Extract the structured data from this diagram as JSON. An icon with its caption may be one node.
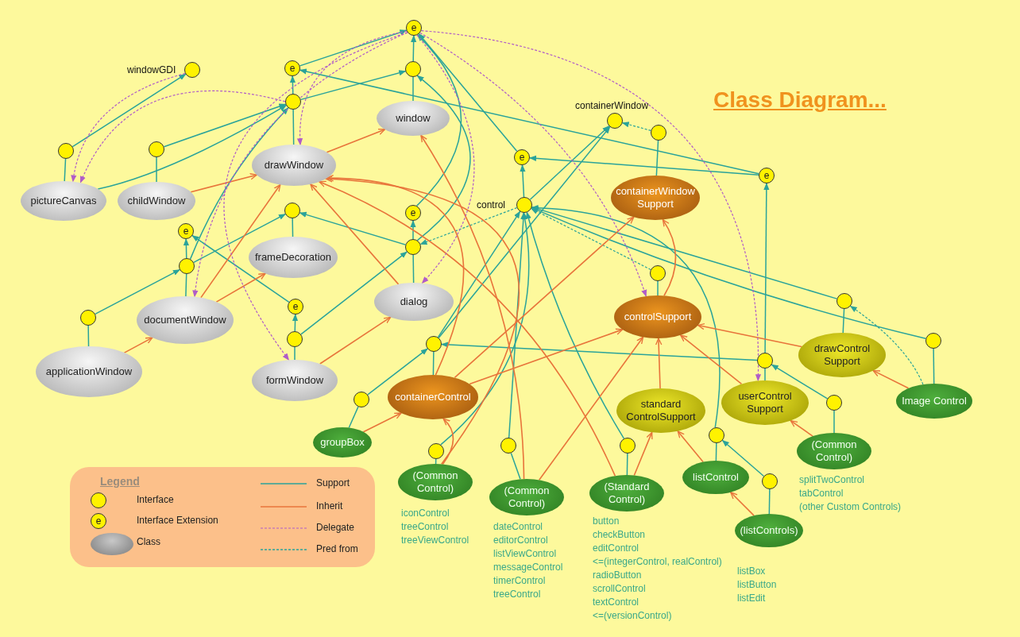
{
  "diagram": {
    "title": "Class Diagram...",
    "nodes": [
      {
        "text": [
          "e"
        ]
      },
      {
        "text": [
          "e"
        ]
      },
      {
        "text": [
          "windowGDI"
        ]
      },
      {
        "text": [],
        "shape": "circle"
      },
      {
        "text": [],
        "shape": "circle"
      },
      {
        "text": [
          "window"
        ]
      },
      {
        "text": [
          "containerWindow"
        ]
      },
      {
        "text": [],
        "shape": "circle"
      },
      {
        "text": [],
        "shape": "circle"
      },
      {
        "text": [],
        "shape": "circle"
      },
      {
        "text": [
          "e"
        ]
      },
      {
        "text": [
          "drawWindow"
        ]
      },
      {
        "text": [
          "e"
        ]
      },
      {
        "text": [
          "pictureCanvas"
        ]
      },
      {
        "text": [
          "childWindow"
        ]
      },
      {
        "text": [
          "containerWindow Support"
        ]
      },
      {
        "text": [
          "control"
        ]
      },
      {
        "text": [
          "e"
        ]
      },
      {
        "text": [],
        "shape": "circle"
      },
      {
        "text": [
          "e"
        ]
      },
      {
        "text": [
          "frameDecoration"
        ]
      },
      {
        "text": [],
        "shape": "circle"
      },
      {
        "text": [],
        "shape": "circle"
      },
      {
        "text": [],
        "shape": "circle"
      },
      {
        "text": [
          "dialog"
        ]
      },
      {
        "text": [
          "e"
        ]
      },
      {
        "text": [],
        "shape": "circle"
      },
      {
        "text": [],
        "shape": "circle"
      },
      {
        "text": [
          "documentWindow"
        ]
      },
      {
        "text": [
          "controlSupport"
        ]
      },
      {
        "text": [],
        "shape": "circle"
      },
      {
        "text": [],
        "shape": "circle"
      },
      {
        "text": [],
        "shape": "circle"
      },
      {
        "text": [
          "drawControl Support"
        ]
      },
      {
        "text": [],
        "shape": "circle"
      },
      {
        "text": [
          "applicationWindow"
        ]
      },
      {
        "text": [
          "formWindow"
        ]
      },
      {
        "text": [
          "containerControl"
        ]
      },
      {
        "text": [
          "standard ControlSupport"
        ]
      },
      {
        "text": [
          "userControl Support"
        ]
      },
      {
        "text": [
          "Image Control"
        ]
      },
      {
        "text": [],
        "shape": "circle"
      },
      {
        "text": [],
        "shape": "circle"
      },
      {
        "text": [
          "groupBox"
        ]
      },
      {
        "text": [],
        "shape": "circle"
      },
      {
        "text": [],
        "shape": "circle"
      },
      {
        "text": [],
        "shape": "circle"
      },
      {
        "text": [],
        "shape": "circle"
      },
      {
        "text": [
          "(Common Control)"
        ],
        "beside": [
          "iconControl",
          "treeControl",
          "treeViewControl"
        ]
      },
      {
        "text": [
          "listControl"
        ]
      },
      {
        "text": [],
        "shape": "circle"
      },
      {
        "text": [
          "(Common Control)"
        ],
        "beside": [
          "splitTwoControl",
          "tabControl",
          "(other Custom Controls)"
        ]
      },
      {
        "text": [
          "(Common Control)"
        ],
        "beside": [
          "dateControl",
          "editorControl",
          "listViewControl",
          "messageControl",
          "timerControl",
          "treeControl"
        ]
      },
      {
        "text": [
          "(Standard Control)"
        ],
        "beside": [
          "button",
          "checkButton",
          "editControl",
          "<=(integerControl, realControl)",
          "radioButton",
          "scrollControl",
          "textControl",
          "<=(versionControl)"
        ]
      },
      {
        "text": [
          "(listControls)"
        ],
        "beside": [
          "listBox",
          "listButton",
          "listEdit"
        ]
      }
    ],
    "edges": [
      {
        "from": 13,
        "to": 8,
        "arrow": "none"
      },
      {
        "from": 14,
        "to": 9,
        "arrow": "none"
      },
      {
        "from": 5,
        "to": 3,
        "arrow": "none"
      },
      {
        "from": 11,
        "to": 4,
        "arrow": "none"
      },
      {
        "from": 20,
        "to": 18,
        "arrow": "none"
      },
      {
        "from": 24,
        "to": 21,
        "arrow": "none"
      },
      {
        "from": 28,
        "to": 22,
        "arrow": "none"
      },
      {
        "from": 35,
        "to": 27,
        "arrow": "none"
      },
      {
        "from": 36,
        "to": 30,
        "arrow": "none"
      },
      {
        "from": 15,
        "to": 7,
        "arrow": "none"
      },
      {
        "from": 29,
        "to": 23,
        "arrow": "none"
      },
      {
        "from": 33,
        "to": 26,
        "arrow": "none"
      },
      {
        "from": 40,
        "to": 32,
        "arrow": "none"
      },
      {
        "from": 39,
        "to": 34,
        "arrow": "none"
      },
      {
        "from": 51,
        "to": 42,
        "arrow": "none"
      },
      {
        "from": 37,
        "to": 31,
        "arrow": "none"
      },
      {
        "from": 43,
        "to": 41,
        "arrow": "none"
      },
      {
        "from": 48,
        "to": 44,
        "arrow": "none"
      },
      {
        "from": 52,
        "to": 45,
        "arrow": "none"
      },
      {
        "from": 53,
        "to": 46,
        "arrow": "none"
      },
      {
        "from": 49,
        "to": 47,
        "arrow": "none"
      },
      {
        "from": 54,
        "to": 50,
        "arrow": "none"
      },
      {
        "from": 8,
        "to": 2,
        "arrow": "to"
      },
      {
        "from": 9,
        "to": 4,
        "arrow": "to"
      },
      {
        "from": 13,
        "to": 4,
        "arrow": "to"
      },
      {
        "from": 3,
        "to": 0,
        "arrow": "to"
      },
      {
        "from": 4,
        "to": 1,
        "arrow": "to"
      },
      {
        "from": 4,
        "to": 3,
        "arrow": "to"
      },
      {
        "from": 1,
        "to": 0,
        "arrow": "to"
      },
      {
        "from": 21,
        "to": 18,
        "arrow": "to"
      },
      {
        "from": 21,
        "to": 17,
        "arrow": "to"
      },
      {
        "from": 21,
        "to": 3,
        "arrow": "to"
      },
      {
        "from": 17,
        "to": 0,
        "arrow": "to"
      },
      {
        "from": 22,
        "to": 19,
        "arrow": "to"
      },
      {
        "from": 22,
        "to": 4,
        "arrow": "to"
      },
      {
        "from": 22,
        "to": 18,
        "arrow": "to"
      },
      {
        "from": 27,
        "to": 22,
        "arrow": "to"
      },
      {
        "from": 30,
        "to": 25,
        "arrow": "to"
      },
      {
        "from": 25,
        "to": 19,
        "arrow": "to"
      },
      {
        "from": 30,
        "to": 21,
        "arrow": "to"
      },
      {
        "from": 16,
        "to": 10,
        "arrow": "to"
      },
      {
        "from": 10,
        "to": 0,
        "arrow": "to"
      },
      {
        "from": 12,
        "to": 10,
        "arrow": "to"
      },
      {
        "from": 12,
        "to": 1,
        "arrow": "to"
      },
      {
        "from": 16,
        "to": 6,
        "arrow": "to"
      },
      {
        "from": 26,
        "to": 16,
        "arrow": "to"
      },
      {
        "from": 32,
        "to": 16,
        "arrow": "to"
      },
      {
        "from": 34,
        "to": 31,
        "arrow": "to"
      },
      {
        "from": 34,
        "to": 12,
        "arrow": "to"
      },
      {
        "from": 42,
        "to": 34,
        "arrow": "to"
      },
      {
        "from": 31,
        "to": 16,
        "arrow": "to"
      },
      {
        "from": 31,
        "to": 6,
        "arrow": "to"
      },
      {
        "from": 41,
        "to": 31,
        "arrow": "to"
      },
      {
        "from": 44,
        "to": 16,
        "arrow": "to"
      },
      {
        "from": 45,
        "to": 16,
        "arrow": "to"
      },
      {
        "from": 46,
        "to": 16,
        "arrow": "to"
      },
      {
        "from": 47,
        "to": 16,
        "arrow": "to"
      },
      {
        "from": 50,
        "to": 47,
        "arrow": "to"
      },
      {
        "from": 7,
        "to": 6,
        "arrow": "to",
        "style": "dashed"
      },
      {
        "from": 23,
        "to": 16,
        "arrow": "to",
        "style": "dashed"
      },
      {
        "from": 40,
        "to": 26,
        "arrow": "to",
        "style": "dashed"
      },
      {
        "from": 16,
        "to": 21,
        "arrow": "to",
        "style": "dashed"
      },
      {
        "from": 35,
        "to": 28,
        "arrow": "to",
        "color": "#e8743b"
      },
      {
        "from": 14,
        "to": 11,
        "arrow": "to",
        "color": "#e8743b"
      },
      {
        "from": 28,
        "to": 20,
        "arrow": "to",
        "color": "#e8743b"
      },
      {
        "from": 28,
        "to": 11,
        "arrow": "to",
        "color": "#e8743b"
      },
      {
        "from": 36,
        "to": 24,
        "arrow": "to",
        "color": "#e8743b"
      },
      {
        "from": 11,
        "to": 5,
        "arrow": "to",
        "color": "#e8743b"
      },
      {
        "from": 24,
        "to": 11,
        "arrow": "to",
        "color": "#e8743b"
      },
      {
        "from": 37,
        "to": 11,
        "arrow": "to",
        "color": "#e8743b"
      },
      {
        "from": 37,
        "to": 29,
        "arrow": "to",
        "color": "#e8743b"
      },
      {
        "from": 43,
        "to": 37,
        "arrow": "to",
        "color": "#e8743b"
      },
      {
        "from": 48,
        "to": 37,
        "arrow": "to",
        "color": "#e8743b"
      },
      {
        "from": 48,
        "to": 11,
        "arrow": "to",
        "color": "#e8743b"
      },
      {
        "from": 52,
        "to": 5,
        "arrow": "to",
        "color": "#e8743b"
      },
      {
        "from": 52,
        "to": 29,
        "arrow": "to",
        "color": "#e8743b"
      },
      {
        "from": 53,
        "to": 38,
        "arrow": "to",
        "color": "#e8743b"
      },
      {
        "from": 53,
        "to": 11,
        "arrow": "to",
        "color": "#e8743b"
      },
      {
        "from": 38,
        "to": 29,
        "arrow": "to",
        "color": "#e8743b"
      },
      {
        "from": 49,
        "to": 38,
        "arrow": "to",
        "color": "#e8743b"
      },
      {
        "from": 54,
        "to": 49,
        "arrow": "to",
        "color": "#e8743b"
      },
      {
        "from": 39,
        "to": 29,
        "arrow": "to",
        "color": "#e8743b"
      },
      {
        "from": 51,
        "to": 39,
        "arrow": "to",
        "color": "#e8743b"
      },
      {
        "from": 33,
        "to": 29,
        "arrow": "to",
        "color": "#e8743b"
      },
      {
        "from": 40,
        "to": 33,
        "arrow": "to",
        "color": "#e8743b"
      },
      {
        "from": 29,
        "to": 15,
        "arrow": "to",
        "color": "#e8743b"
      },
      {
        "from": 37,
        "to": 15,
        "arrow": "to",
        "color": "#e8743b"
      },
      {
        "from": 0,
        "to": 11,
        "arrow": "to",
        "style": "dashed",
        "color": "#b05cc8"
      },
      {
        "from": 0,
        "to": 28,
        "arrow": "to",
        "style": "dashed",
        "color": "#b05cc8"
      },
      {
        "from": 0,
        "to": 36,
        "arrow": "to",
        "style": "dashed",
        "color": "#b05cc8"
      },
      {
        "from": 0,
        "to": 24,
        "arrow": "to",
        "style": "dashed",
        "color": "#b05cc8"
      },
      {
        "from": 0,
        "to": 29,
        "arrow": "to",
        "style": "dashed",
        "color": "#b05cc8"
      },
      {
        "from": 0,
        "to": 39,
        "arrow": "to",
        "style": "dashed",
        "color": "#b05cc8"
      },
      {
        "from": 2,
        "to": 13,
        "arrow": "to",
        "style": "dashed",
        "color": "#b05cc8"
      },
      {
        "from": 4,
        "to": 13,
        "arrow": "to",
        "style": "dashed",
        "color": "#b05cc8"
      }
    ],
    "labels": [
      "Legend",
      "e"
    ],
    "legend": [
      {
        "text": "Interface"
      },
      {
        "text": "Interface Extension"
      },
      {
        "text": "Class"
      },
      {
        "text": "Support"
      },
      {
        "text": "Inherit"
      },
      {
        "text": "Delegate"
      },
      {
        "text": "Pred from"
      }
    ]
  }
}
